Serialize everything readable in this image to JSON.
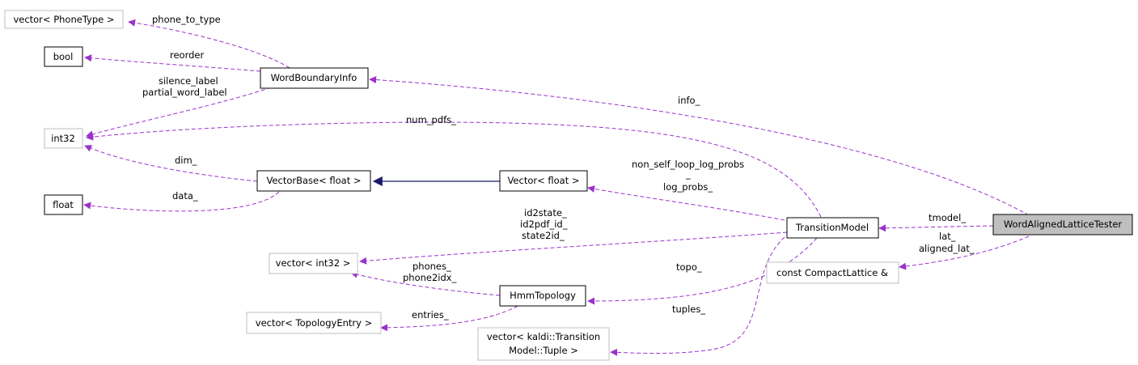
{
  "nodes": {
    "vector_phonetype": "vector< PhoneType >",
    "bool": "bool",
    "wordboundaryinfo": "WordBoundaryInfo",
    "int32": "int32",
    "vectorbase_float": "VectorBase< float >",
    "vector_float": "Vector< float >",
    "float": "float",
    "transitionmodel": "TransitionModel",
    "wordalignedlatticetester": "WordAlignedLatticeTester",
    "const_compactlattice": "const CompactLattice &",
    "vector_int32": "vector< int32 >",
    "hmmtopology": "HmmTopology",
    "vector_topologyentry": "vector< TopologyEntry >",
    "vector_tuple_line1": "vector< kaldi::Transition",
    "vector_tuple_line2": "Model::Tuple >"
  },
  "edge_labels": {
    "phone_to_type": "phone_to_type",
    "reorder": "reorder",
    "silence_label": "silence_label",
    "partial_word_label": "partial_word_label",
    "info": "info_",
    "num_pdfs": "num_pdfs_",
    "dim": "dim_",
    "data": "data_",
    "non_self_loop_log_probs": "non_self_loop_log_probs",
    "underscore": "_",
    "log_probs": "log_probs_",
    "id2state": "id2state_",
    "id2pdf_id": "id2pdf_id_",
    "state2id": "state2id_",
    "tmodel": "tmodel_",
    "lat": "lat_",
    "aligned_lat": "aligned_lat_",
    "topo": "topo_",
    "phones": "phones_",
    "phone2idx": "phone2idx_",
    "entries": "entries_",
    "tuples": "tuples_"
  },
  "colors": {
    "dependency_edge": "#9a32cd",
    "inheritance_edge": "#191970",
    "documented_border": "#000000",
    "undocumented_border": "#bfbfbf",
    "focus_fill": "#bfbfbf"
  }
}
